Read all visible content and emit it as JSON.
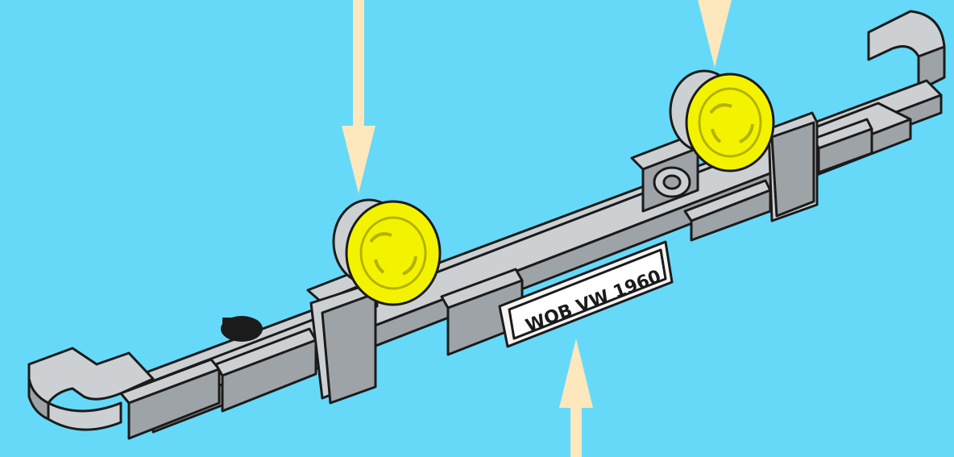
{
  "diagram": {
    "background_color": "#66d9f8",
    "brick_color": "#cdd0d3",
    "brick_shadow_color": "#9ea3a7",
    "lamp_color": "#f3f300",
    "arrow_color": "#fde7bd",
    "license_plate": {
      "text": "WOB  VW 1960"
    },
    "arrows": [
      {
        "icon": "arrow-down-icon",
        "target": "left-fog-lamp"
      },
      {
        "icon": "arrow-down-icon",
        "target": "right-fog-lamp"
      },
      {
        "icon": "arrow-up-icon",
        "target": "license-plate"
      }
    ]
  }
}
